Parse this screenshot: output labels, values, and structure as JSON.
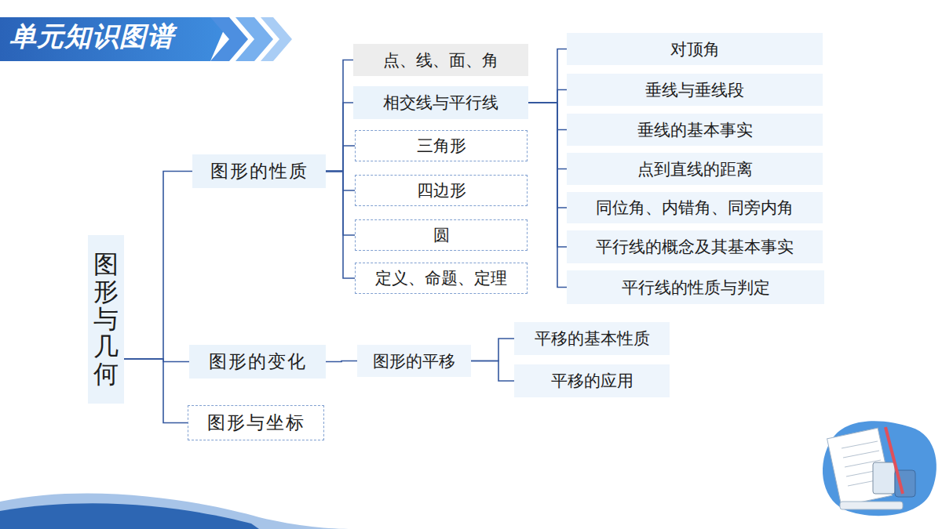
{
  "diagram": {
    "title": "单元知识图谱",
    "nodes": [
      {
        "text": [
          "图形与几何"
        ]
      },
      {
        "text": [
          "图形的性质"
        ]
      },
      {
        "text": [
          "图形的变化"
        ]
      },
      {
        "text": [
          "图形与坐标"
        ]
      },
      {
        "text": [
          "点、线、面、角"
        ]
      },
      {
        "text": [
          "相交线与平行线"
        ]
      },
      {
        "text": [
          "三角形"
        ]
      },
      {
        "text": [
          "四边形"
        ]
      },
      {
        "text": [
          "圆"
        ]
      },
      {
        "text": [
          "定义、命题、定理"
        ]
      },
      {
        "text": [
          "对顶角"
        ]
      },
      {
        "text": [
          "垂线与垂线段"
        ]
      },
      {
        "text": [
          "垂线的基本事实"
        ]
      },
      {
        "text": [
          "点到直线的距离"
        ]
      },
      {
        "text": [
          "同位角、内错角、同旁内角"
        ]
      },
      {
        "text": [
          "平行线的概念及其基本事实"
        ]
      },
      {
        "text": [
          "平行线的性质与判定"
        ]
      },
      {
        "text": [
          "图形的平移"
        ]
      },
      {
        "text": [
          "平移的基本性质"
        ]
      },
      {
        "text": [
          "平移的应用"
        ]
      }
    ],
    "edges": [
      {
        "from": 0,
        "to": 1,
        "arrow": "none"
      },
      {
        "from": 0,
        "to": 2,
        "arrow": "none"
      },
      {
        "from": 0,
        "to": 3,
        "arrow": "none"
      },
      {
        "from": 1,
        "to": 4,
        "arrow": "none"
      },
      {
        "from": 1,
        "to": 5,
        "arrow": "none"
      },
      {
        "from": 1,
        "to": 6,
        "arrow": "none"
      },
      {
        "from": 1,
        "to": 7,
        "arrow": "none"
      },
      {
        "from": 1,
        "to": 8,
        "arrow": "none"
      },
      {
        "from": 1,
        "to": 9,
        "arrow": "none"
      },
      {
        "from": 5,
        "to": 10,
        "arrow": "none"
      },
      {
        "from": 5,
        "to": 11,
        "arrow": "none"
      },
      {
        "from": 5,
        "to": 12,
        "arrow": "none"
      },
      {
        "from": 5,
        "to": 13,
        "arrow": "none"
      },
      {
        "from": 5,
        "to": 14,
        "arrow": "none"
      },
      {
        "from": 5,
        "to": 15,
        "arrow": "none"
      },
      {
        "from": 5,
        "to": 16,
        "arrow": "none"
      },
      {
        "from": 2,
        "to": 17,
        "arrow": "none"
      },
      {
        "from": 17,
        "to": 18,
        "arrow": "none"
      },
      {
        "from": 17,
        "to": 19,
        "arrow": "none"
      }
    ]
  }
}
